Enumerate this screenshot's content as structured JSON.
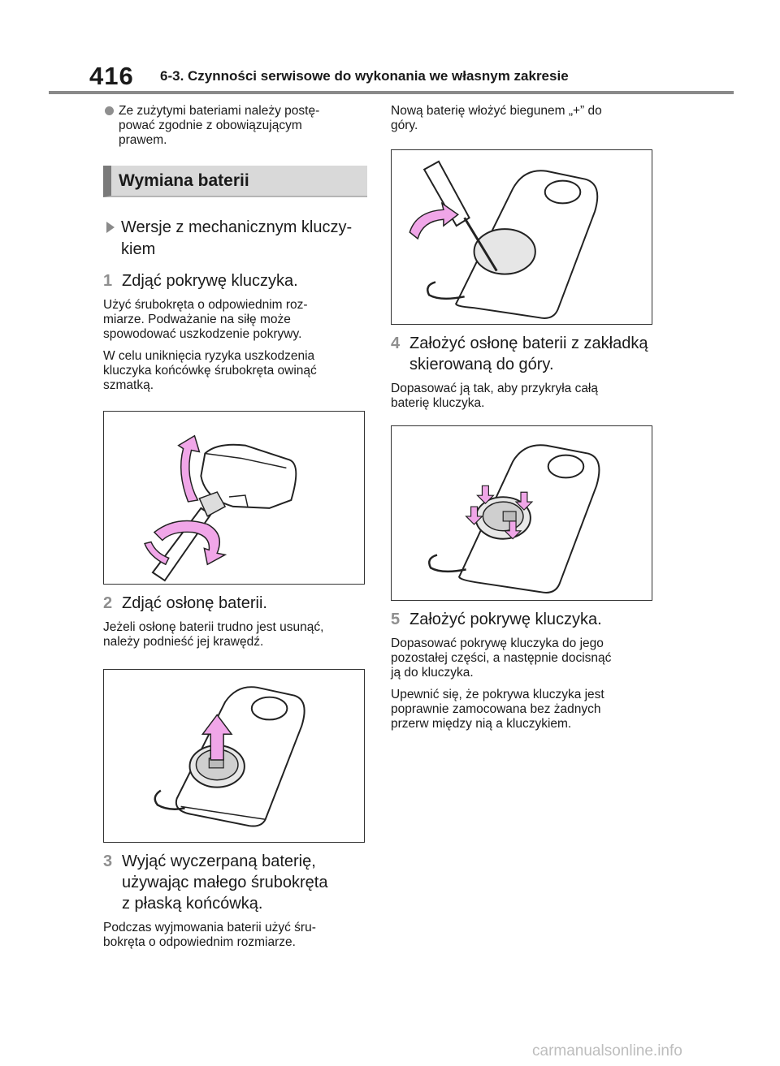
{
  "header": {
    "page_number": "416",
    "chapter": "6-3. Czynności serwisowe do wykonania we własnym zakresie"
  },
  "left": {
    "bullet": "Ze zużytymi bateriami należy postę-\npować zgodnie z obowiązującym\nprawem.",
    "section_title": "Wymiana baterii",
    "variant": "Wersje z mechanicznym kluczy-\nkiem",
    "step1": {
      "num": "1",
      "title": "Zdjąć pokrywę kluczyka.",
      "p1": "Użyć śrubokręta o odpowiednim roz-\nmiarze. Podważanie na siłę może\nspowodować uszkodzenie pokrywy.",
      "p2": "W celu uniknięcia ryzyka uszkodzenia\nkluczyka końcówkę śrubokręta owinąć\nszmatką."
    },
    "step2": {
      "num": "2",
      "title": "Zdjąć osłonę baterii.",
      "p1": "Jeżeli osłonę baterii trudno jest usunąć,\nnależy podnieść jej krawędź."
    },
    "step3": {
      "num": "3",
      "title": "Wyjąć wyczerpaną baterię,\nużywając małego śrubokręta\nz płaską końcówką.",
      "p1": "Podczas wyjmowania baterii użyć śru-\nbokręta o odpowiednim rozmiarze."
    }
  },
  "right": {
    "intro": "Nową baterię włożyć biegunem „+” do\ngóry.",
    "step4": {
      "num": "4",
      "title": "Założyć osłonę baterii z zakładką\nskierowaną do góry.",
      "p1": "Dopasować ją tak, aby przykryła całą\nbaterię kluczyka."
    },
    "step5": {
      "num": "5",
      "title": "Założyć pokrywę kluczyka.",
      "p1": "Dopasować pokrywę kluczyka do jego\npozostałej części, a następnie docisnąć\nją do kluczyka.",
      "p2": "Upewnić się, że pokrywa kluczyka jest\npoprawnie zamocowana bez żadnych\nprzerw między nią a kluczykiem."
    }
  },
  "watermark": "carmanualsonline.info",
  "colors": {
    "arrow_pink": "#f0a6e8",
    "gray_marker": "#8f8f8f"
  }
}
